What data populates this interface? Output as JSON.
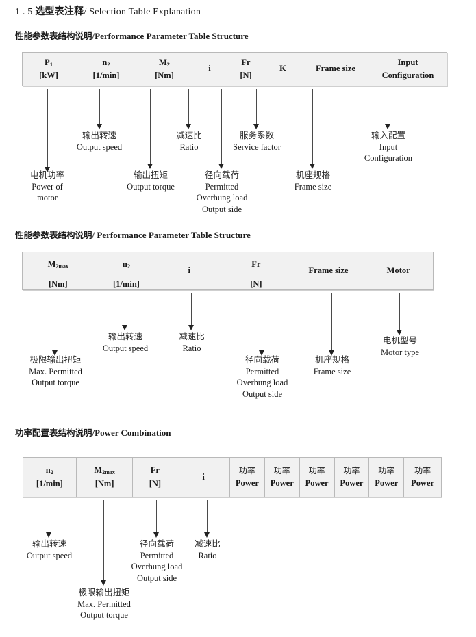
{
  "document": {
    "section_number": "1 . 5",
    "title_cn": "选型表注释",
    "separator": "/",
    "title_en": "Selection Table Explanation"
  },
  "sections": [
    {
      "heading_cn": "性能参数表结构说明",
      "heading_sep": "/",
      "heading_en": "Performance Parameter Table Structure",
      "table": {
        "columns": [
          {
            "line1": "P",
            "sub1": "1",
            "line2": "[kW]"
          },
          {
            "line1": "n",
            "sub1": "2",
            "line2": "[1/min]"
          },
          {
            "line1": "M",
            "sub1": "2",
            "line2": "[Nm]"
          },
          {
            "line1": "i",
            "sub1": "",
            "line2": ""
          },
          {
            "line1": "Fr",
            "sub1": "",
            "line2": "[N]"
          },
          {
            "line1": "K",
            "sub1": "",
            "line2": ""
          },
          {
            "line1": "Frame size",
            "sub1": "",
            "line2": ""
          },
          {
            "line1": "Input",
            "sub1": "",
            "line2": "Configuration"
          }
        ]
      },
      "annotations": [
        {
          "cn": "电机功率",
          "en1": "Power of",
          "en2": "motor",
          "en3": ""
        },
        {
          "cn": "输出转速",
          "en1": "Output speed",
          "en2": "",
          "en3": ""
        },
        {
          "cn": "输出扭矩",
          "en1": "Output torque",
          "en2": "",
          "en3": ""
        },
        {
          "cn": "减速比",
          "en1": "Ratio",
          "en2": "",
          "en3": ""
        },
        {
          "cn": "径向载荷",
          "en1": "Permitted",
          "en2": "Overhung load",
          "en3": "Output side"
        },
        {
          "cn": "服务系数",
          "en1": "Service factor",
          "en2": "",
          "en3": ""
        },
        {
          "cn": "机座规格",
          "en1": "Frame size",
          "en2": "",
          "en3": ""
        },
        {
          "cn": "输入配置",
          "en1": "Input",
          "en2": "Configuration",
          "en3": ""
        }
      ]
    },
    {
      "heading_cn": "性能参数表结构说明",
      "heading_sep": "/",
      "heading_en": "Performance Parameter Table Structure",
      "table": {
        "columns": [
          {
            "line1": "M",
            "sub1": "2max",
            "line2": "[Nm]"
          },
          {
            "line1": "n",
            "sub1": "2",
            "line2": "[1/min]"
          },
          {
            "line1": "i",
            "sub1": "",
            "line2": ""
          },
          {
            "line1": "Fr",
            "sub1": "",
            "line2": "[N]"
          },
          {
            "line1": "Frame size",
            "sub1": "",
            "line2": ""
          },
          {
            "line1": "Motor",
            "sub1": "",
            "line2": ""
          }
        ]
      },
      "annotations": [
        {
          "cn": "极限输出扭矩",
          "en1": "Max. Permitted",
          "en2": "Output  torque",
          "en3": ""
        },
        {
          "cn": "输出转速",
          "en1": "Output speed",
          "en2": "",
          "en3": ""
        },
        {
          "cn": "减速比",
          "en1": "Ratio",
          "en2": "",
          "en3": ""
        },
        {
          "cn": "径向载荷",
          "en1": "Permitted",
          "en2": "Overhung load",
          "en3": "Output side"
        },
        {
          "cn": "机座规格",
          "en1": "Frame size",
          "en2": "",
          "en3": ""
        },
        {
          "cn": "电机型号",
          "en1": "Motor type",
          "en2": "",
          "en3": ""
        }
      ]
    },
    {
      "heading_cn": "功率配置表结构说明",
      "heading_sep": "/",
      "heading_en": "Power Combination",
      "table": {
        "columns": [
          {
            "line1": "n",
            "sub1": "2",
            "line2": "[1/min]"
          },
          {
            "line1": "M",
            "sub1": "2max",
            "line2": "[Nm]"
          },
          {
            "line1": "Fr",
            "sub1": "",
            "line2": "[N]"
          },
          {
            "line1": "i",
            "sub1": "",
            "line2": ""
          },
          {
            "line1": "功率",
            "sub1": "",
            "line2": "Power"
          },
          {
            "line1": "功率",
            "sub1": "",
            "line2": "Power"
          },
          {
            "line1": "功率",
            "sub1": "",
            "line2": "Power"
          },
          {
            "line1": "功率",
            "sub1": "",
            "line2": "Power"
          },
          {
            "line1": "功率",
            "sub1": "",
            "line2": "Power"
          },
          {
            "line1": "功率",
            "sub1": "",
            "line2": "Power"
          }
        ]
      },
      "annotations": [
        {
          "cn": "输出转速",
          "en1": "Output speed",
          "en2": "",
          "en3": ""
        },
        {
          "cn": "极限输出扭矩",
          "en1": "Max. Permitted",
          "en2": "Output  torque",
          "en3": ""
        },
        {
          "cn": "径向载荷",
          "en1": "Permitted",
          "en2": "Overhung load",
          "en3": "Output side"
        },
        {
          "cn": "减速比",
          "en1": "Ratio",
          "en2": "",
          "en3": ""
        }
      ]
    }
  ],
  "colors": {
    "table_fill": "#f1f1f1",
    "table_border": "#b9b9b9",
    "arrow": "#222222",
    "text": "#1a1a1a"
  }
}
